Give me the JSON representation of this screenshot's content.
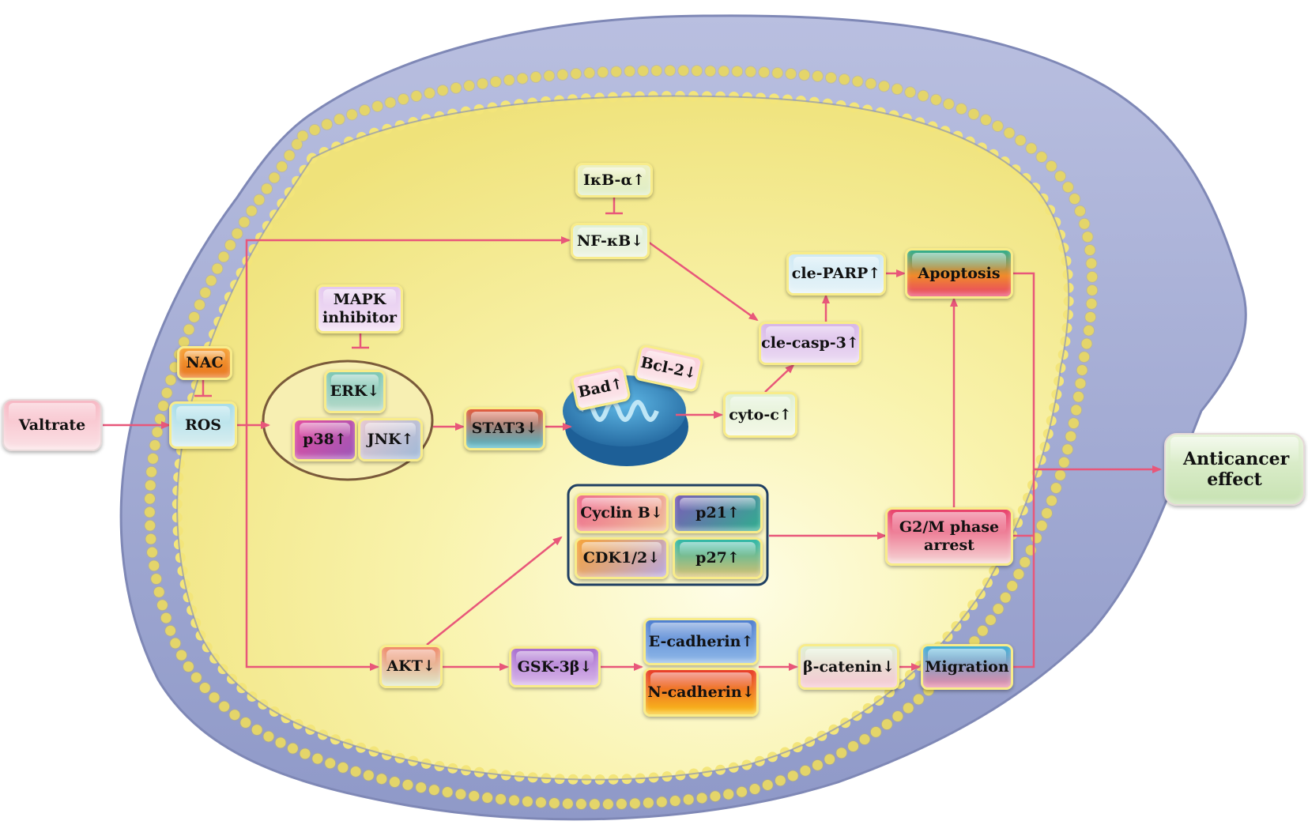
{
  "nodes": {
    "valtrate": "Valtrate",
    "nac": "NAC",
    "ros": "ROS",
    "mapk_inhibitor": "MAPK inhibitor",
    "erk": "ERK↓",
    "p38": "p38↑",
    "jnk": "JNK↑",
    "stat3": "STAT3↓",
    "ikb_alpha": "IκB-α↑",
    "nf_kb": "NF-κB↓",
    "bad": "Bad↑",
    "bcl2": "Bcl-2↓",
    "cyto_c": "cyto-c↑",
    "cle_casp3": "cle-casp-3↑",
    "cle_parp": "cle-PARP↑",
    "apoptosis": "Apoptosis",
    "cyclin_b": "Cyclin B↓",
    "p21": "p21↑",
    "cdk12": "CDK1/2↓",
    "p27": "p27↑",
    "g2m_arrest": "G2/M phase arrest",
    "akt": "AKT↓",
    "gsk3b": "GSK-3β↓",
    "e_cadherin": "E-cadherin↑",
    "n_cadherin": "N-cadherin↓",
    "beta_catenin": "β-catenin↓",
    "migration": "Migration",
    "anticancer": "Anticancer effect"
  },
  "colors": {
    "arrow": "#e8577a",
    "cytoplasm": "#f8f1a0",
    "cell_shell": "#a7b0d6",
    "membrane_dot": "#f3e57a"
  }
}
